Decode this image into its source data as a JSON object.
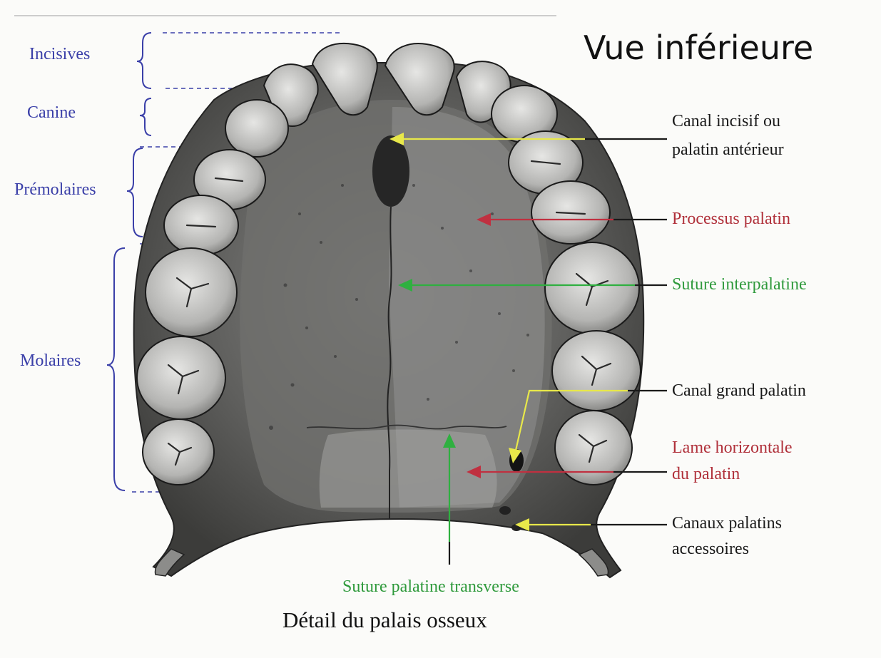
{
  "title": "Vue inférieure",
  "caption": "Détail du palais osseux",
  "colors": {
    "blue": "#3a3fa8",
    "red": "#b0303a",
    "green": "#2f9a3c",
    "yellow": "#e8e84a",
    "black": "#1a1a1a"
  },
  "tooth_groups": {
    "incisives": "Incisives",
    "canine": "Canine",
    "premolaires": "Prémolaires",
    "molaires": "Molaires"
  },
  "labels": {
    "canal_incisif_line1": "Canal incisif ou",
    "canal_incisif_line2": "palatin antérieur",
    "processus_palatin": "Processus palatin",
    "suture_interpalatine": "Suture interpalatine",
    "canal_grand_palatin": "Canal grand palatin",
    "lame_horizontale_line1": "Lame horizontale",
    "lame_horizontale_line2": "du palatin",
    "canaux_accessoires_line1": "Canaux palatins",
    "canaux_accessoires_line2": "accessoires",
    "suture_transverse": "Suture palatine transverse"
  }
}
